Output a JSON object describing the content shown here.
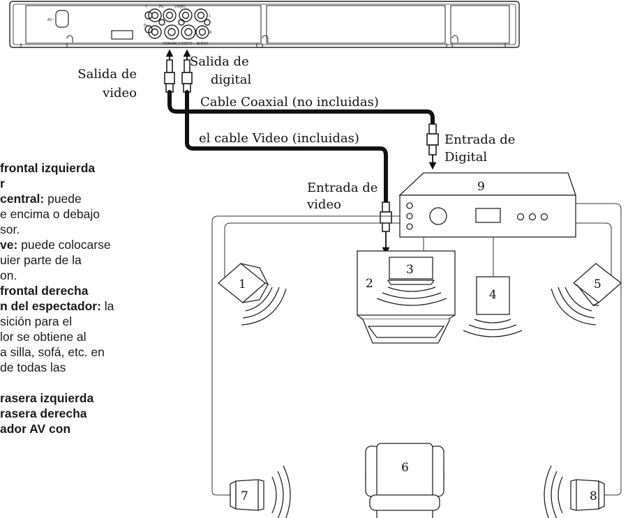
{
  "device": {
    "jacks": {
      "y": "Y",
      "pb": "Pb",
      "pr": "Pr",
      "video": "VIDEO",
      "coaxial": "COAXIAL",
      "svideo": "S-VIDEO",
      "audio": "AUDIO",
      "l": "L",
      "r": "R",
      "ac": "AC~"
    }
  },
  "labels": {
    "video_out_1": "Salida de",
    "video_out_2": "video",
    "digital_out_1": "Salida de",
    "digital_out_2": "digital",
    "coax_cable": "Cable Coaxial (no incluidas)",
    "video_cable": "el cable Video (incluidas)",
    "digital_in_1": "Entrada de",
    "digital_in_2": "Digital",
    "video_in_1": "Entrada de",
    "video_in_2": "video"
  },
  "numbers": {
    "n1": "1",
    "n2": "2",
    "n3": "3",
    "n4": "4",
    "n5": "5",
    "n6": "6",
    "n7": "7",
    "n8": "8",
    "n9": "9"
  },
  "legend": {
    "l1": "frontal izquierda",
    "l2": "r",
    "l3_bold": "central:",
    "l3_rest": " puede",
    "l4": "e encima o debajo",
    "l5": "sor.",
    "l6_bold": "ve:",
    "l6_rest": " puede colocarse",
    "l7": "uier parte de la",
    "l8": "on.",
    "l9": "frontal derecha",
    "l10_bold": "n del espectador:",
    "l10_rest": " la",
    "l11": "sición para el",
    "l12": "lor se obtiene al",
    "l13": "a silla, sofá, etc. en",
    "l14": " de todas las",
    "l15": "",
    "l16": "rasera izquierda",
    "l17": "rasera derecha",
    "l18": "ador AV con"
  }
}
